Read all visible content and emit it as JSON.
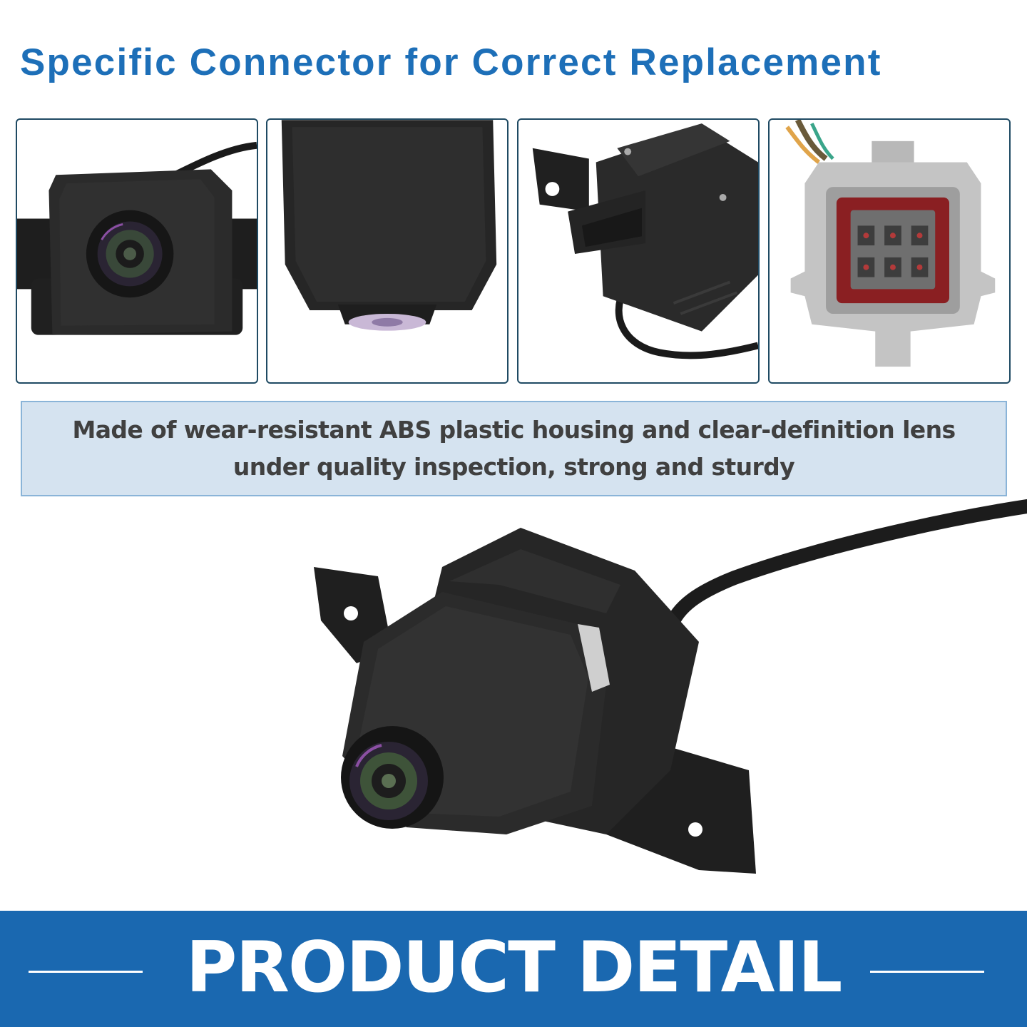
{
  "header": {
    "title": "Specific Connector for Correct Replacement"
  },
  "detail_photos": [
    {
      "icon": "camera-lens-front-photo"
    },
    {
      "icon": "camera-housing-bottom-photo"
    },
    {
      "icon": "camera-bracket-side-photo"
    },
    {
      "icon": "connector-plug-photo"
    }
  ],
  "description": {
    "line1": "Made of wear-resistant ABS plastic housing and clear-definition lens",
    "line2": "under quality inspection, strong and sturdy"
  },
  "hero": {
    "icon": "backup-camera-photo"
  },
  "banner": {
    "title": "PRODUCT DETAIL"
  },
  "colors": {
    "accent_blue": "#1d6fb8",
    "banner_blue": "#1a68b0",
    "tile_border": "#1f4a63",
    "desc_background": "#d5e3f0",
    "desc_border": "#8ab4d8",
    "desc_text": "#404040"
  }
}
